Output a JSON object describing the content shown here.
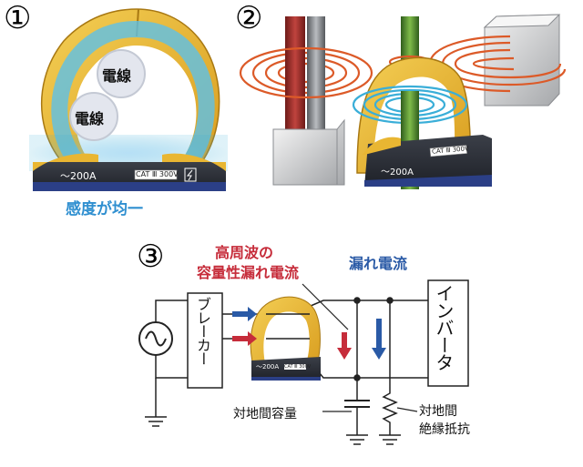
{
  "panel1": {
    "number": "①",
    "wire_label_1": "電線",
    "wire_label_2": "電線",
    "meter_range": "～200A",
    "meter_cat": "CAT Ⅲ 300V",
    "caption": "感度が均一"
  },
  "panel2": {
    "number": "②",
    "meter_range": "～200A",
    "meter_cat": "CAT Ⅲ 300V"
  },
  "panel3": {
    "number": "③",
    "hf_leak_line1": "高周波の",
    "hf_leak_line2": "容量性漏れ電流",
    "leak_current": "漏れ電流",
    "breaker": "ブレーカー",
    "inverter": "インバータ",
    "ground_capacitance": "対地間容量",
    "insulation_line1": "対地間",
    "insulation_line2": "絶縁抵抗",
    "meter_range": "～200A",
    "meter_cat": "CAT Ⅲ 300V"
  },
  "colors": {
    "clamp_yellow": "#e9b632",
    "field_orange": "#dc5a28",
    "field_cyan": "#3aaed8",
    "wire_red": "#a8322f",
    "wire_green": "#5c9a36",
    "arrow_blue": "#2a5aa6",
    "arrow_red": "#c62c3a",
    "caption_blue": "#2f8fd0",
    "label_red": "#c62c3a",
    "label_blue": "#2a5aa6"
  }
}
